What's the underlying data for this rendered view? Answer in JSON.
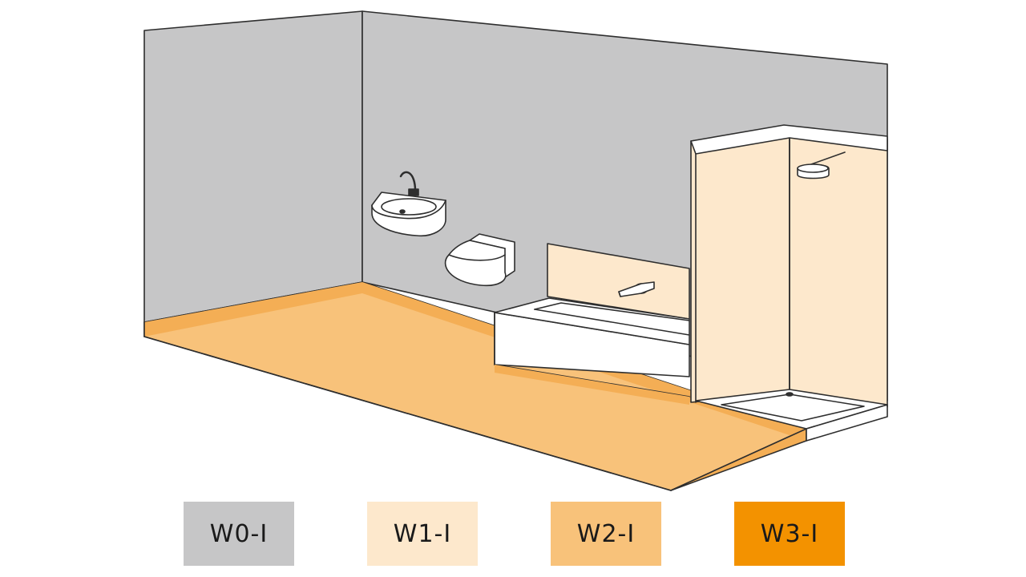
{
  "colors": {
    "outline": "#2e2e2e",
    "wall_gray": "#c6c6c7",
    "wall_gray_dark": "#a9a9aa",
    "zone_light": "#fde8cc",
    "floor_orange": "#f8c27a",
    "floor_orange_edge": "#f4ae55",
    "fixture_white": "#ffffff"
  },
  "legend": [
    {
      "label": "W0-I",
      "color": "#c6c6c7"
    },
    {
      "label": "W1-I",
      "color": "#fde8cc"
    },
    {
      "label": "W2-I",
      "color": "#f8c27a"
    },
    {
      "label": "W3-I",
      "color": "#f39200"
    }
  ],
  "icons": {
    "sink": "washbasin-icon",
    "toilet": "wall-hung-toilet-icon",
    "bathtub": "bathtub-icon",
    "shower": "shower-head-icon",
    "tap": "tap-icon"
  }
}
